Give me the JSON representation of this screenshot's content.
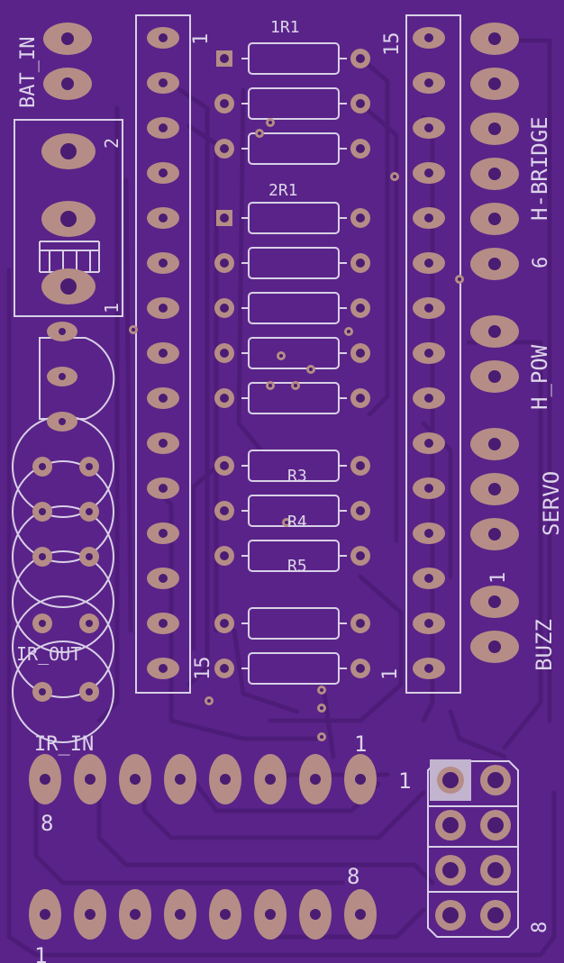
{
  "colors": {
    "board": "#5a2389",
    "trace": "#4e1d79",
    "silk": "#d8d0e6",
    "pad": "#b58d86",
    "hole": "#4a1c72",
    "square_pad": "#c2b3cf"
  },
  "labels": {
    "bat_in": "BAT_IN",
    "h_bridge": "H-BRIDGE",
    "h_pow": "H_POW",
    "servo": "SERVO",
    "buzz": "BUZZ",
    "ir_out": "IR_OUT",
    "ir_in": "IR_IN",
    "r1": "1R1",
    "r2": "2R1",
    "r3": "R3",
    "r4": "R4",
    "r5": "R5",
    "left_header_top": "1",
    "left_header_bottom": "15",
    "right_header_top": "15",
    "right_header_bottom": "1",
    "reg_pin2": "2",
    "reg_pin1": "1",
    "hbridge_pin6": "6",
    "servo_pin1": "1",
    "row1_pin1": "1",
    "row1_pin8": "8",
    "row2_pin8": "8",
    "row2_pin1": "1",
    "isp_pin1": "1",
    "isp_pin8": "8"
  }
}
